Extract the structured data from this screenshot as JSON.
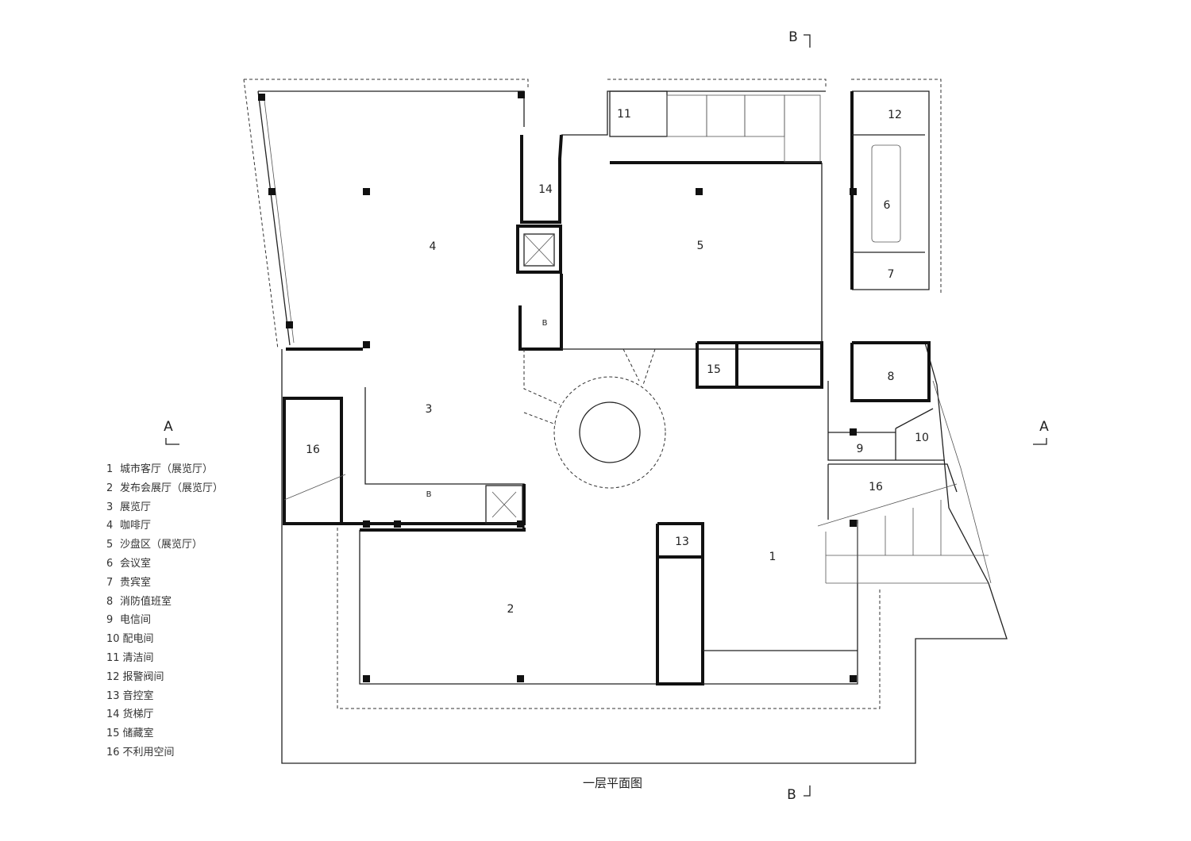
{
  "title": "一层平面图",
  "section_marks": {
    "a_left": "A",
    "a_right": "A",
    "b_top": "B",
    "b_bottom": "B"
  },
  "rooms": [
    {
      "id": "1",
      "name": "城市客厅（展览厅）"
    },
    {
      "id": "2",
      "name": "发布会展厅（展览厅）"
    },
    {
      "id": "3",
      "name": "展览厅"
    },
    {
      "id": "4",
      "name": "咖啡厅"
    },
    {
      "id": "5",
      "name": "沙盘区（展览厅）"
    },
    {
      "id": "6",
      "name": "会议室"
    },
    {
      "id": "7",
      "name": "贵宾室"
    },
    {
      "id": "8",
      "name": "消防值班室"
    },
    {
      "id": "9",
      "name": "电信间"
    },
    {
      "id": "10",
      "name": "配电间"
    },
    {
      "id": "11",
      "name": "清洁间"
    },
    {
      "id": "12",
      "name": "报警阀间"
    },
    {
      "id": "13",
      "name": "音控室"
    },
    {
      "id": "14",
      "name": "货梯厅"
    },
    {
      "id": "15",
      "name": "储藏室"
    },
    {
      "id": "16",
      "name": "不利用空间"
    }
  ],
  "unused_space_label": "16",
  "elevator_mark": "B"
}
